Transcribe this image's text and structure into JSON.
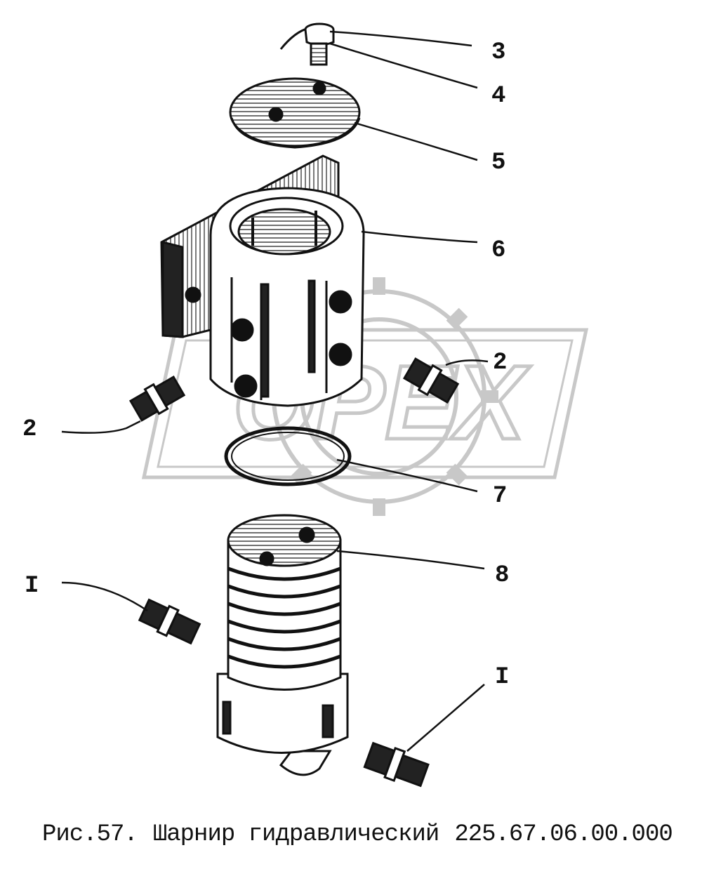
{
  "figure": {
    "caption_prefix": "Рис.57.",
    "caption_title": "Шарнир гидравлический",
    "caption_code": "225.67.06.00.000"
  },
  "callouts": {
    "c3": "3",
    "c4": "4",
    "c5": "5",
    "c6": "6",
    "c2_right": "2",
    "c2_left": "2",
    "c7": "7",
    "c8": "8",
    "c1_left": "I",
    "c1_right": "I"
  },
  "watermark": {
    "text": "OPEX"
  },
  "parts": [
    {
      "id": "bolt",
      "icon": "bolt-icon"
    },
    {
      "id": "washer",
      "icon": "washer-icon"
    },
    {
      "id": "cover-plate",
      "icon": "cover-plate-icon"
    },
    {
      "id": "housing",
      "icon": "housing-icon"
    },
    {
      "id": "fitting",
      "icon": "fitting-icon"
    },
    {
      "id": "o-ring",
      "icon": "o-ring-icon"
    },
    {
      "id": "shaft",
      "icon": "shaft-icon"
    }
  ],
  "colors": {
    "ink": "#111111",
    "watermark": "#c8c8c8",
    "paper": "#ffffff"
  }
}
